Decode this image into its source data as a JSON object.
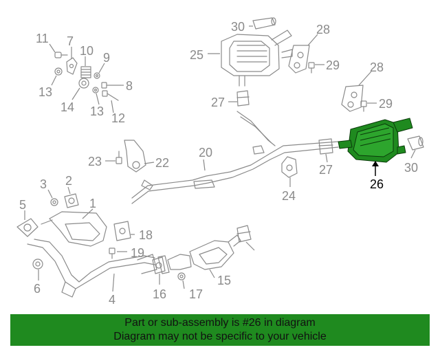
{
  "diagram": {
    "callouts": {
      "n1": "1",
      "n2": "2",
      "n3": "3",
      "n4": "4",
      "n5": "5",
      "n6": "6",
      "n7": "7",
      "n8": "8",
      "n9": "9",
      "n10": "10",
      "n11": "11",
      "n12": "12",
      "n13a": "13",
      "n13b": "13",
      "n14": "14",
      "n15": "15",
      "n16": "16",
      "n17": "17",
      "n18": "18",
      "n19": "19",
      "n20": "20",
      "n22": "22",
      "n23": "23",
      "n24": "24",
      "n25": "25",
      "n26": "26",
      "n27a": "27",
      "n27b": "27",
      "n28a": "28",
      "n28b": "28",
      "n29a": "29",
      "n29b": "29",
      "n30a": "30",
      "n30b": "30"
    },
    "colors": {
      "highlight": "#1f8a1f",
      "line": "#8a8a8a",
      "label": "#8a8a8a",
      "active_label": "#000000"
    }
  },
  "banner": {
    "line1": "Part or sub-assembly is #26 in diagram",
    "line2": "Diagram may not be specific to your vehicle"
  }
}
